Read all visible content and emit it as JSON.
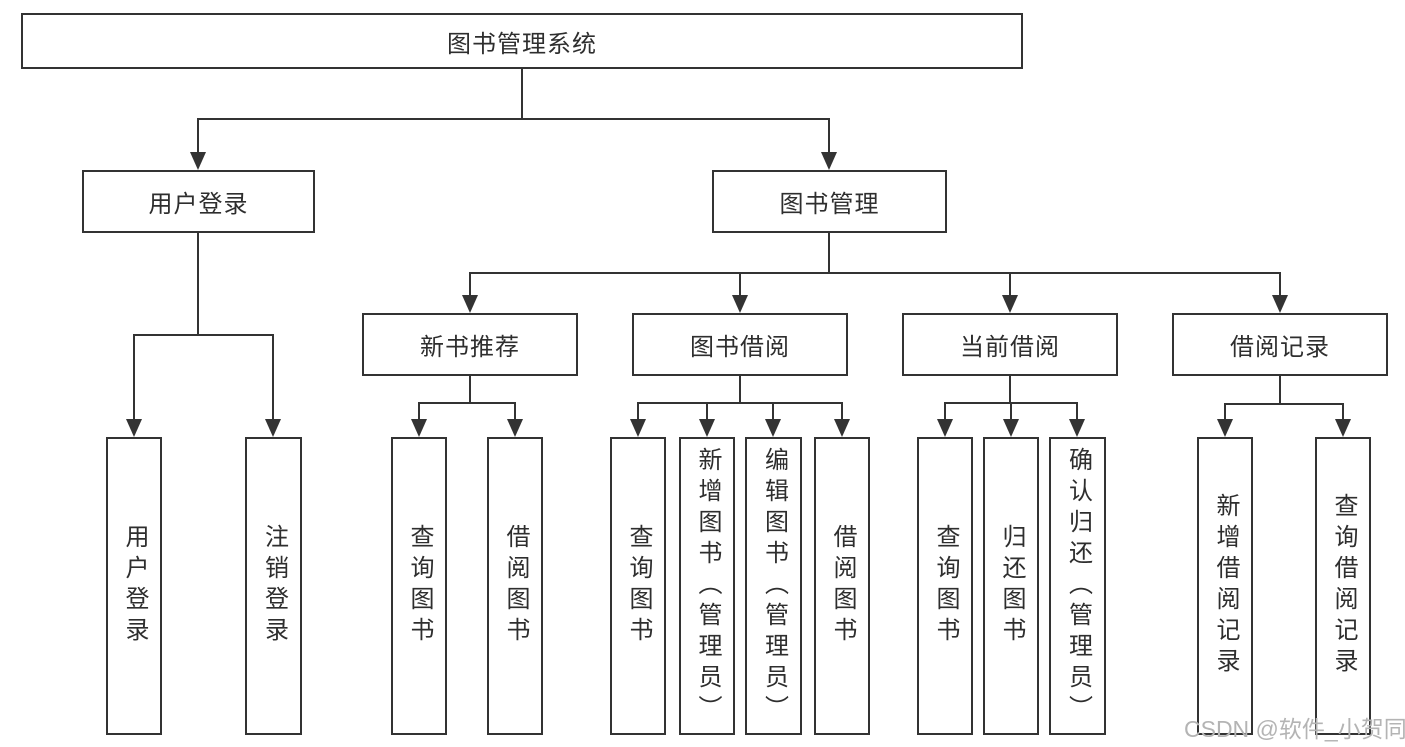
{
  "diagram_type": "hierarchy-tree",
  "colors": {
    "line": "#333333",
    "text": "#2e2e2e",
    "background": "#ffffff",
    "watermark": "#b4b4b4"
  },
  "watermark": "CSDN @软件_小贺同学",
  "tree": {
    "label": "图书管理系统",
    "children": [
      {
        "label": "用户登录",
        "children": [
          {
            "label": "用户登录"
          },
          {
            "label": "注销登录"
          }
        ]
      },
      {
        "label": "图书管理",
        "children": [
          {
            "label": "新书推荐",
            "children": [
              {
                "label": "查询图书"
              },
              {
                "label": "借阅图书"
              }
            ]
          },
          {
            "label": "图书借阅",
            "children": [
              {
                "label": "查询图书"
              },
              {
                "label": "新增图书（管理员）"
              },
              {
                "label": "编辑图书（管理员）"
              },
              {
                "label": "借阅图书"
              }
            ]
          },
          {
            "label": "当前借阅",
            "children": [
              {
                "label": "查询图书"
              },
              {
                "label": "归还图书"
              },
              {
                "label": "确认归还（管理员）"
              }
            ]
          },
          {
            "label": "借阅记录",
            "children": [
              {
                "label": "新增借阅记录"
              },
              {
                "label": "查询借阅记录"
              }
            ]
          }
        ]
      }
    ]
  }
}
